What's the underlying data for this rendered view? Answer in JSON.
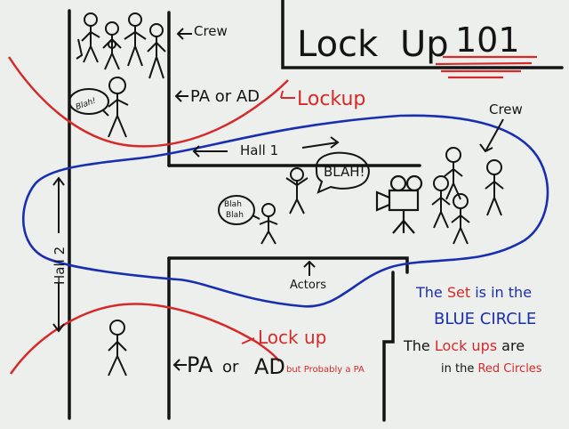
{
  "title": {
    "word1": "Lock",
    "word2": "Up",
    "number": "101"
  },
  "labels": {
    "crew_top": "Crew",
    "pa_or_ad_top": "PA or AD",
    "lockup_top": "Lockup",
    "hall1": "Hall 1",
    "crew_right": "Crew",
    "blah_big": "BLAH!",
    "blah_small_1": "Blah",
    "blah_small_2": "Blah",
    "hall2": "Hall 2",
    "actors": "Actors",
    "lockup_bottom": "Lock up",
    "pa_bottom_arrow": "PA",
    "or_bottom": "or",
    "ad_bottom": "AD",
    "but_probably": "but Probably a PA",
    "bubble_top": "Blah!"
  },
  "legend": {
    "line1_a": "The",
    "line1_b": "Set",
    "line1_c": "is in the",
    "line2": "BLUE CIRCLE",
    "line3_a": "The",
    "line3_b": "Lock ups",
    "line3_c": "are",
    "line4_a": "in the",
    "line4_b": "Red Circles"
  },
  "colors": {
    "ink": "#141414",
    "red": "#d62a2a",
    "blue": "#1a2fb0",
    "paper": "#edefec"
  }
}
